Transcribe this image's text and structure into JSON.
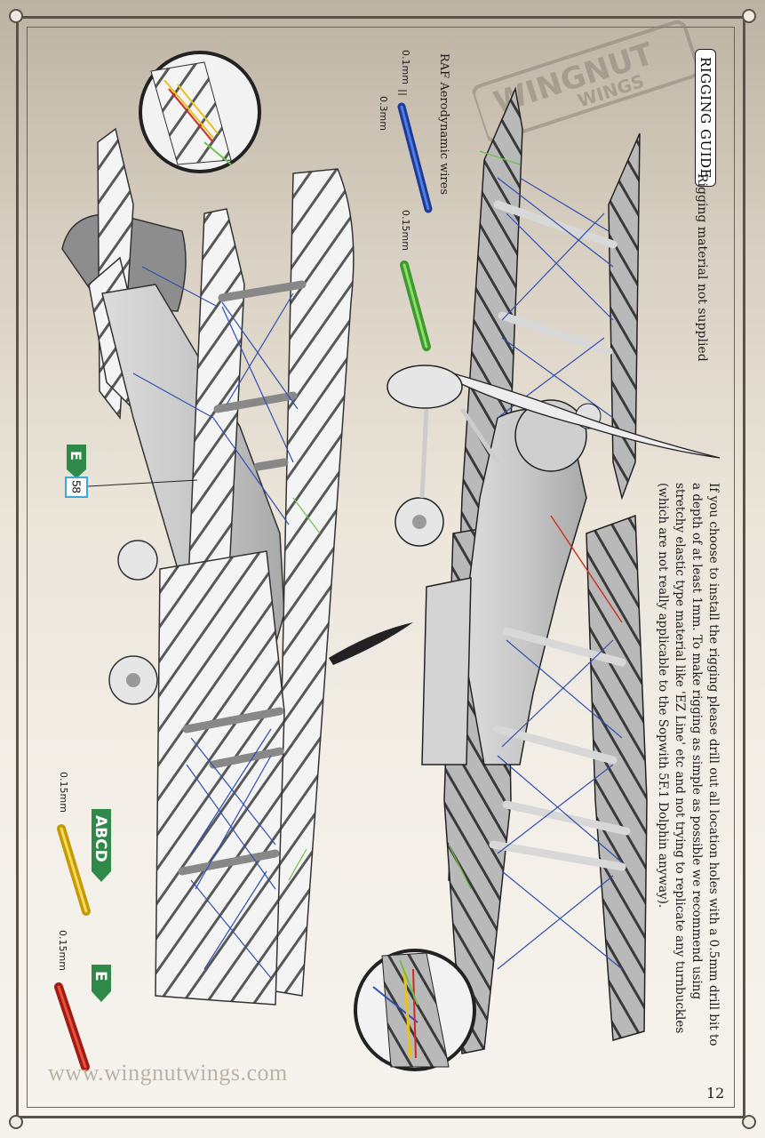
{
  "page": {
    "title": "RIGGING GUIDE",
    "subtitle": "Rigging material not supplied",
    "instructions": "If you choose to install the rigging please drill out all location holes with a 0.5mm drill bit to a depth of at least 1mm. To make rigging as simple as possible we recommend using stretchy elastic type material like 'EZ Line' etc and not trying to replicate any turnbuckles (which are not really applicable to the Sopwith 5F.1 Dolphin anyway).",
    "website": "www.wingnutwings.com",
    "page_number": "12",
    "watermark": {
      "line1": "WINGNUT",
      "line2": "WINGS"
    }
  },
  "legend": {
    "raf_label": "RAF Aerodynamic wires",
    "raf_sizes": [
      "0.1mm",
      "0.3mm"
    ],
    "green_size": "0.15mm",
    "yellow_size": "0.15mm",
    "red_size": "0.15mm",
    "tag_abcd": "ABCD",
    "tag_e_red": "E",
    "tag_e_part": "E",
    "part_number": "58"
  },
  "colors": {
    "rigging_blue": "#2f4fb0",
    "rigging_green": "#6cc24a",
    "rigging_yellow": "#e8c21a",
    "rigging_red": "#cf2a1c",
    "tag_green": "#2f8a4a",
    "callout_cyan": "#3aa9d9",
    "frame": "#5a5148"
  }
}
